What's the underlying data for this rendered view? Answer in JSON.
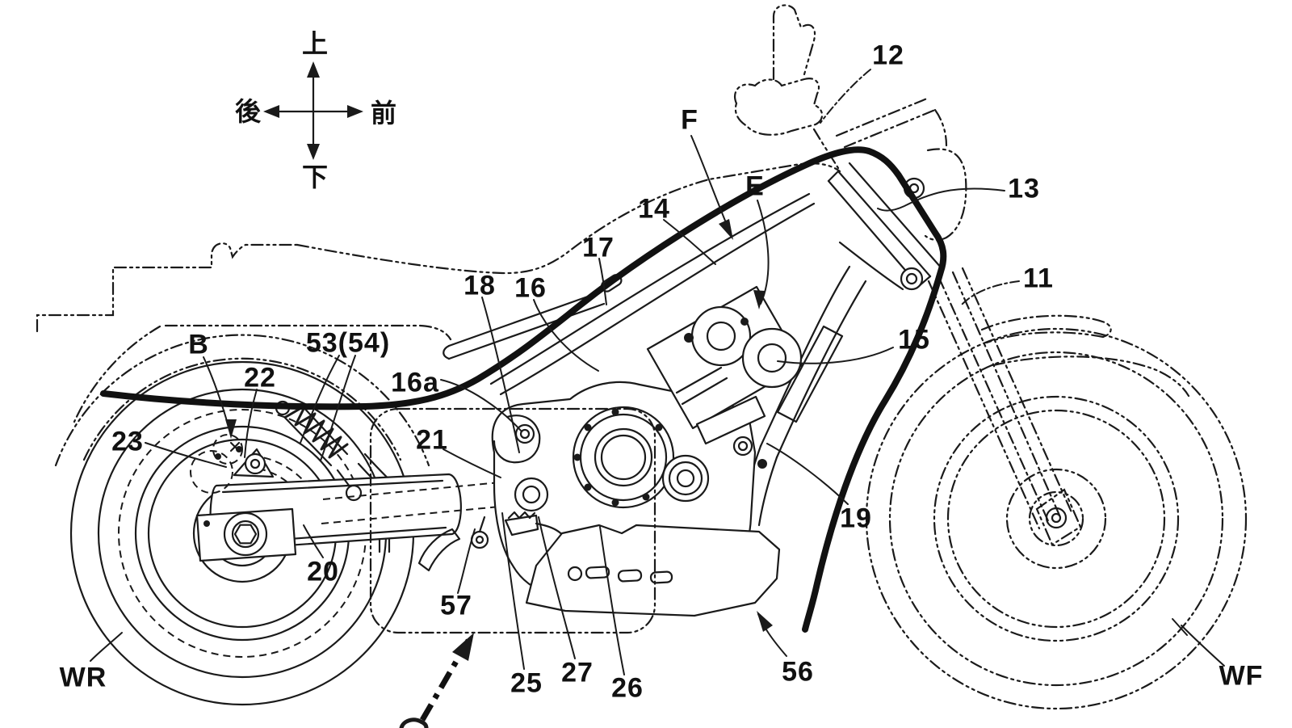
{
  "figure": {
    "kind": "motorcycle patent line drawing",
    "ink_color": "#1a1a1a",
    "background_color": "#ffffff"
  },
  "compass": {
    "up": "上",
    "down": "下",
    "front": "前",
    "rear": "後"
  },
  "labels": [
    {
      "id": "12",
      "text": "12"
    },
    {
      "id": "13",
      "text": "13"
    },
    {
      "id": "11",
      "text": "11"
    },
    {
      "id": "F",
      "text": "F"
    },
    {
      "id": "E",
      "text": "E"
    },
    {
      "id": "14",
      "text": "14"
    },
    {
      "id": "17",
      "text": "17"
    },
    {
      "id": "18",
      "text": "18"
    },
    {
      "id": "16",
      "text": "16"
    },
    {
      "id": "16a",
      "text": "16a"
    },
    {
      "id": "15",
      "text": "15"
    },
    {
      "id": "21",
      "text": "21"
    },
    {
      "id": "B",
      "text": "B"
    },
    {
      "id": "53(54)",
      "text": "53(54)"
    },
    {
      "id": "22",
      "text": "22"
    },
    {
      "id": "23",
      "text": "23"
    },
    {
      "id": "20",
      "text": "20"
    },
    {
      "id": "WR",
      "text": "WR"
    },
    {
      "id": "57",
      "text": "57"
    },
    {
      "id": "25",
      "text": "25"
    },
    {
      "id": "27",
      "text": "27"
    },
    {
      "id": "26",
      "text": "26"
    },
    {
      "id": "56",
      "text": "56"
    },
    {
      "id": "19",
      "text": "19"
    },
    {
      "id": "WF",
      "text": "WF"
    }
  ]
}
